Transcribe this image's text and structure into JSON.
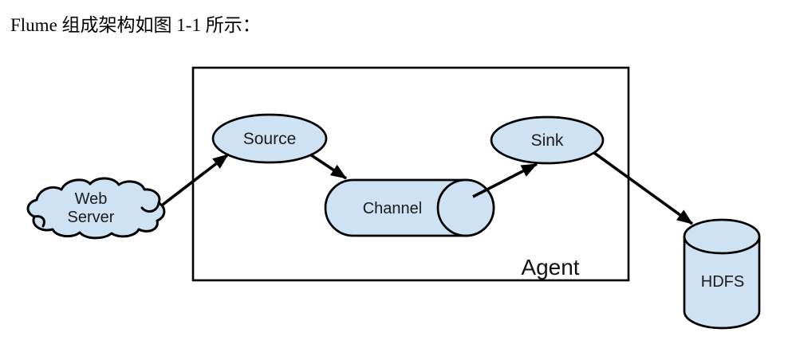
{
  "caption": "Flume 组成架构如图 1-1 所示：",
  "figure": {
    "container": {
      "label": "Agent"
    },
    "nodes": {
      "web_server": {
        "type": "cloud",
        "label_line1": "Web",
        "label_line2": "Server"
      },
      "source": {
        "type": "ellipse",
        "label": "Source"
      },
      "channel": {
        "type": "cylinder-horizontal",
        "label": "Channel"
      },
      "sink": {
        "type": "ellipse",
        "label": "Sink"
      },
      "hdfs": {
        "type": "cylinder-vertical",
        "label": "HDFS"
      }
    },
    "flows": [
      {
        "from": "Web Server",
        "to": "Source"
      },
      {
        "from": "Source",
        "to": "Channel"
      },
      {
        "from": "Channel",
        "to": "Sink"
      },
      {
        "from": "Sink",
        "to": "HDFS"
      }
    ],
    "colors": {
      "node_fill": "#cfe2f3",
      "outline": "#000000",
      "text": "#1a1a1a",
      "background": "#ffffff"
    }
  }
}
